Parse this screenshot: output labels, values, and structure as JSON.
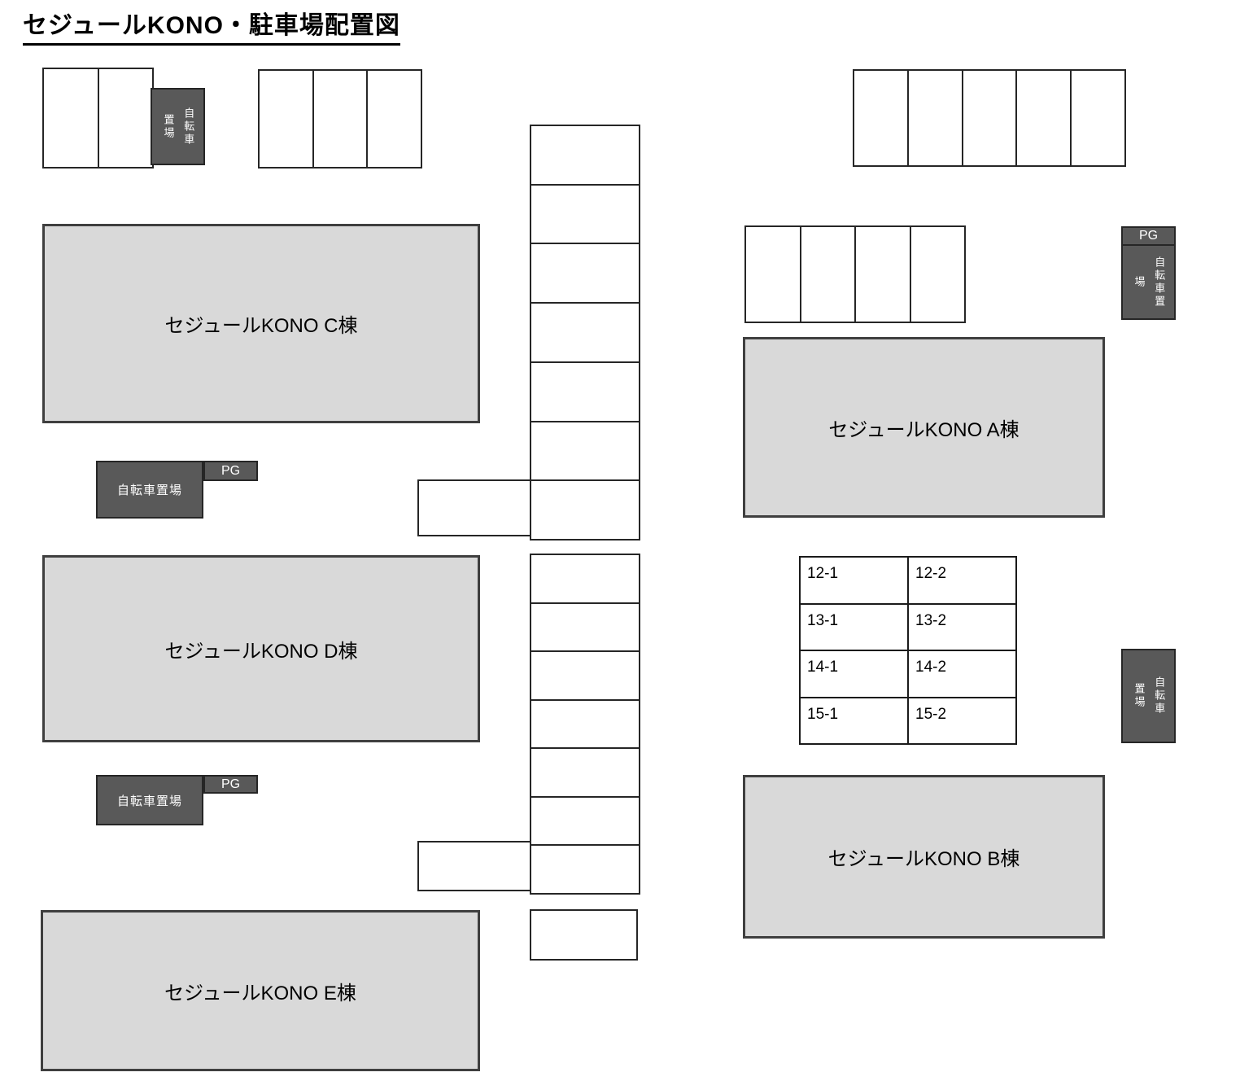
{
  "title": "セジュールKONO・駐車場配置図",
  "buildings": {
    "c": {
      "label": "セジュールKONO C棟"
    },
    "d": {
      "label": "セジュールKONO D棟"
    },
    "e": {
      "label": "セジュールKONO E棟"
    },
    "a": {
      "label": "セジュールKONO A棟"
    },
    "b": {
      "label": "セジュールKONO B棟"
    }
  },
  "bike_parking": {
    "pg_label": "PG",
    "label_horizontal": "自転車置場",
    "top_left_vertical": "自転車\n置場",
    "right_top_vertical": "自転車置\n場",
    "right_middle_vertical": "自転車\n置場"
  },
  "numbered_spots": [
    "12-1",
    "12-2",
    "13-1",
    "13-2",
    "14-1",
    "14-2",
    "15-1",
    "15-2"
  ],
  "colors": {
    "background": "#ffffff",
    "building_fill": "#d9d9d9",
    "building_border": "#3f3f3f",
    "dark_block_fill": "#595959",
    "dark_block_border": "#262626",
    "dark_block_text": "#ffffff",
    "cell_line": "#262626",
    "text": "#000000"
  }
}
